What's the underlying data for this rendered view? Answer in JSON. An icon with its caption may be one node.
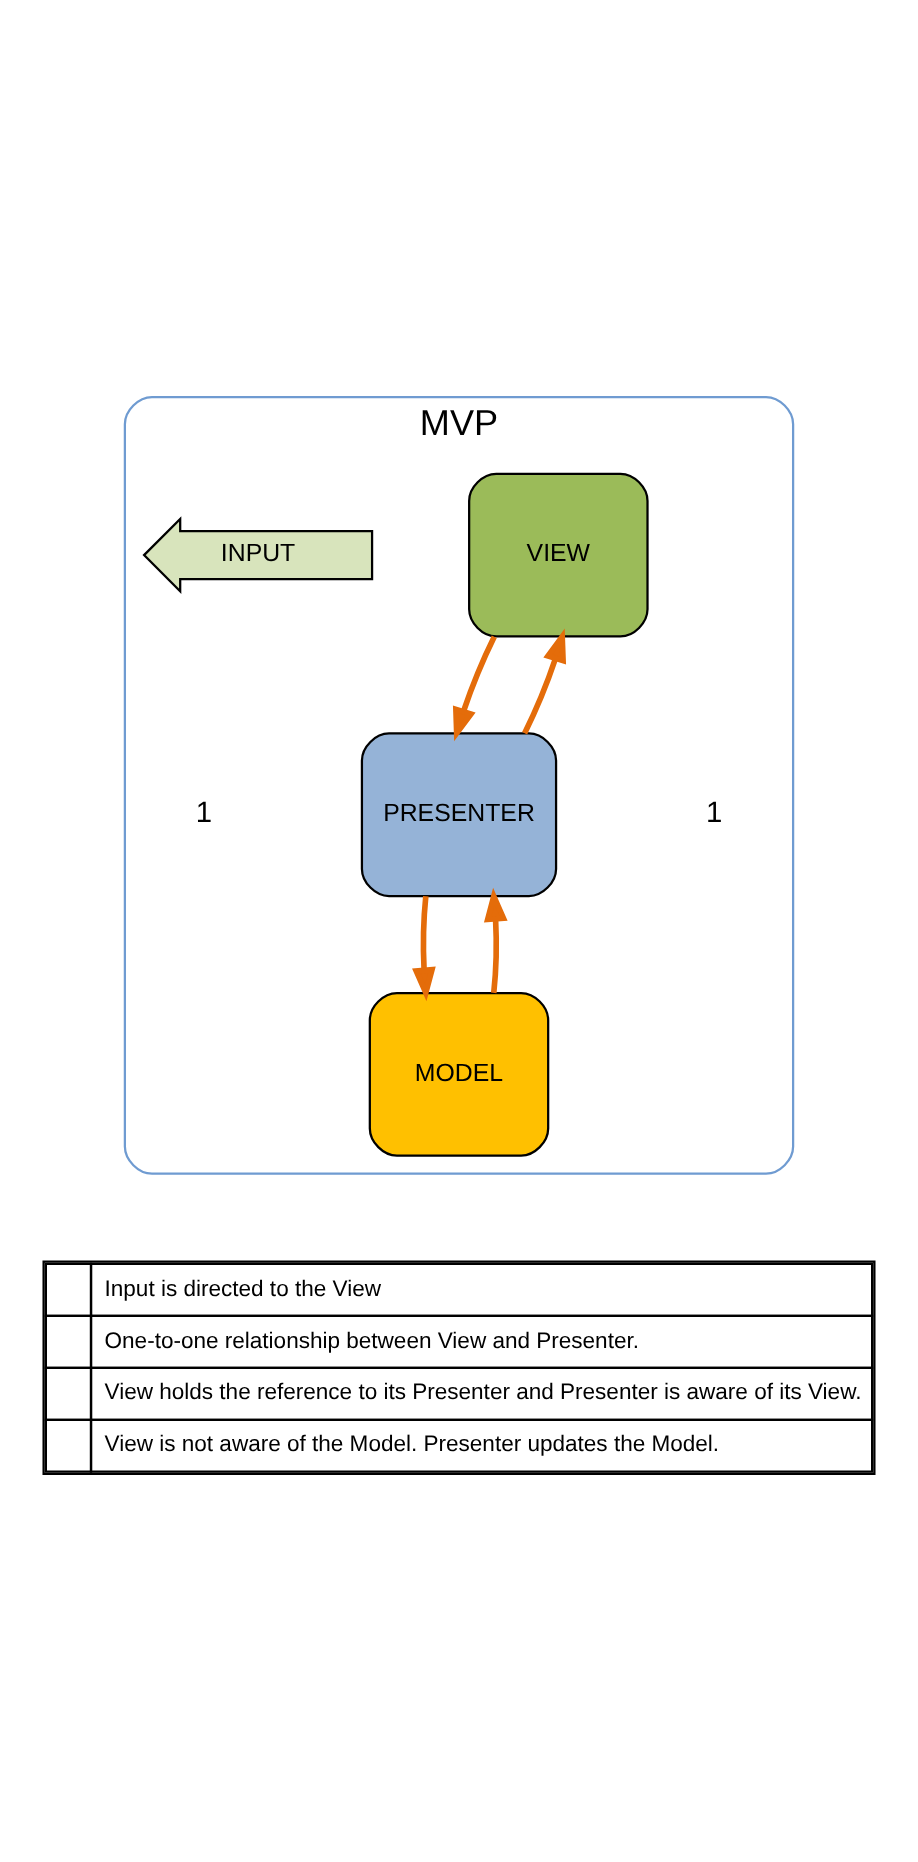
{
  "diagram": {
    "nodes": [
      {
        "text": [
          "MVP"
        ]
      },
      {
        "text": [
          "VIEW"
        ],
        "in": 0
      },
      {
        "text": [
          "INPUT"
        ],
        "in": 0
      },
      {
        "text": [
          "PRESENTER"
        ],
        "in": 0
      },
      {
        "text": [
          "MODEL"
        ],
        "in": 0
      }
    ],
    "edges": [
      {
        "from": 3,
        "to": 1,
        "arrow": "to"
      },
      {
        "from": 1,
        "to": 3,
        "arrow": "to"
      },
      {
        "from": 3,
        "to": 4,
        "arrow": "to"
      },
      {
        "from": 4,
        "to": 3,
        "arrow": "to"
      }
    ],
    "labels": [
      "1",
      "1",
      "Input is directed to the View",
      "One-to-one relationship between View and Presenter.",
      "View holds the reference to its Presenter and Presenter is aware of its View.",
      "View is not aware of the Model. Presenter updates the Model."
    ]
  }
}
